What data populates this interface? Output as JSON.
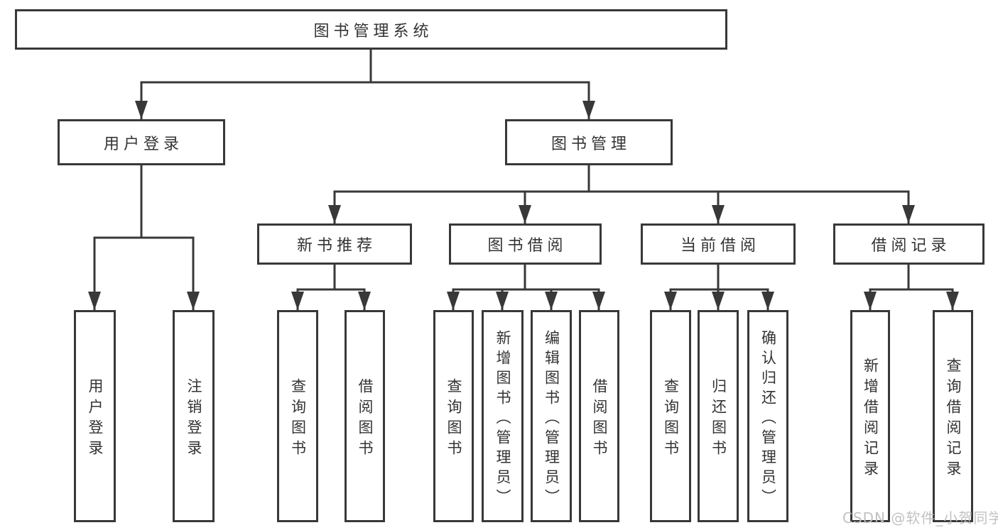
{
  "diagram": {
    "type": "hierarchy-tree",
    "nodes": {
      "root": "图书管理系统",
      "level2": [
        "用户登录",
        "图书管理"
      ],
      "level3": [
        "新书推荐",
        "图书借阅",
        "当前借阅",
        "借阅记录"
      ],
      "user_login_children": [
        "用户登录",
        "注销登录"
      ],
      "new_book_children": [
        "查询图书",
        "借阅图书"
      ],
      "book_borrow_children": [
        "查询图书",
        "新增图书（管理员）",
        "编辑图书（管理员）",
        "借阅图书"
      ],
      "current_borrow_children": [
        "查询图书",
        "归还图书",
        "确认归还（管理员）"
      ],
      "record_children": [
        "新增借阅记录",
        "查询借阅记录"
      ]
    },
    "edges": [
      {
        "from": "图书管理系统",
        "to": [
          "用户登录",
          "图书管理"
        ]
      },
      {
        "from": "用户登录",
        "to": [
          "用户登录",
          "注销登录"
        ]
      },
      {
        "from": "图书管理",
        "to": [
          "新书推荐",
          "图书借阅",
          "当前借阅",
          "借阅记录"
        ]
      },
      {
        "from": "新书推荐",
        "to": [
          "查询图书",
          "借阅图书"
        ]
      },
      {
        "from": "图书借阅",
        "to": [
          "查询图书",
          "新增图书（管理员）",
          "编辑图书（管理员）",
          "借阅图书"
        ]
      },
      {
        "from": "当前借阅",
        "to": [
          "查询图书",
          "归还图书",
          "确认归还（管理员）"
        ]
      },
      {
        "from": "借阅记录",
        "to": [
          "新增借阅记录",
          "查询借阅记录"
        ]
      }
    ],
    "colors": {
      "line": "#383838",
      "text": "#333333",
      "background": "#ffffff",
      "watermark": "#bebebe"
    }
  },
  "watermark": {
    "text": "CSDN @软件_小贺同学"
  }
}
